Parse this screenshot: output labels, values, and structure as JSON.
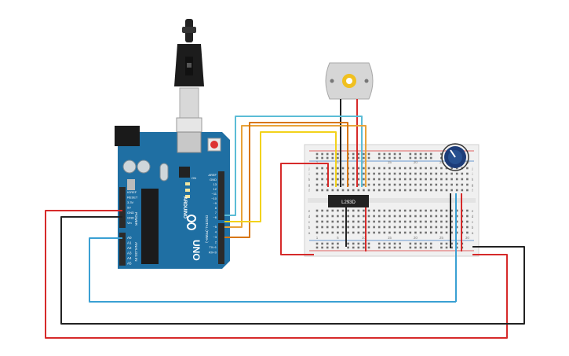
{
  "arduino": {
    "brand": "ARDUINO",
    "model": "UNO",
    "power_header": "POWER",
    "analog_header": "ANALOG IN",
    "digital_header": "DIGITAL (PWM~)",
    "power_pins": [
      "IOREF",
      "RESET",
      "3.3V",
      "5V",
      "GND",
      "GND",
      "Vin"
    ],
    "analog_pins": [
      "A0",
      "A1",
      "A2",
      "A3",
      "A4",
      "A5"
    ],
    "digital_pins": [
      "AREF",
      "GND",
      "13",
      "12",
      "~11",
      "~10",
      "~9",
      "8",
      "7",
      "~6",
      "~5",
      "4",
      "~3",
      "2",
      "TX>1",
      "RX<0"
    ],
    "led_labels": [
      "L",
      "TX",
      "RX"
    ],
    "on_label": "ON",
    "colors": {
      "board": "#1f6fa3",
      "header": "#2b2b2b"
    }
  },
  "chip": {
    "label": "L293D"
  },
  "breadboard": {
    "row_letters_top": [
      "j",
      "i",
      "h",
      "g",
      "f"
    ],
    "row_letters_bottom": [
      "e",
      "d",
      "c",
      "b",
      "a"
    ],
    "column_numbers": [
      "1",
      "5",
      "10",
      "15",
      "20",
      "25",
      "30"
    ]
  },
  "motor": {
    "icon": "dc-motor-icon"
  },
  "potentiometer": {
    "icon": "potentiometer-icon"
  },
  "usb": {
    "icon": "usb-cable-icon"
  },
  "wire_colors": {
    "cyan": "#5bbcd6",
    "orange": "#e8a33a",
    "orange_dark": "#d8760e",
    "yellow": "#f2d21b",
    "red": "#d62a2a",
    "black": "#222222",
    "blue": "#3aa0d3"
  }
}
